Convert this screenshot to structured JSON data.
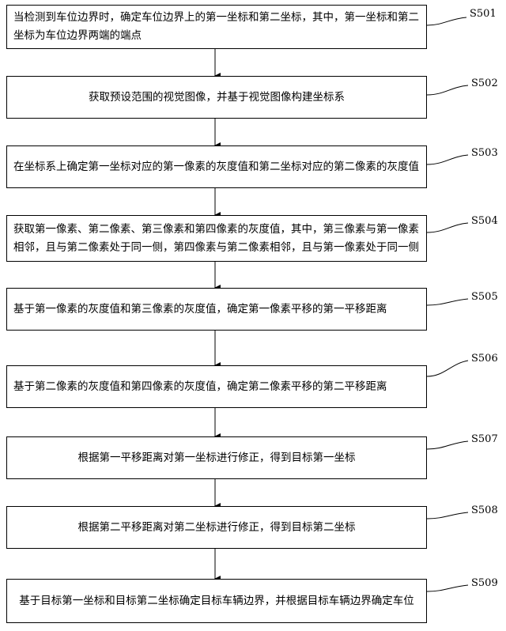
{
  "steps": [
    {
      "id": "S501",
      "text": "当检测到车位边界时，确定车位边界上的第一坐标和第二坐标，其中，第一坐标和第二坐标为车位边界两端的端点"
    },
    {
      "id": "S502",
      "text": "获取预设范围的视觉图像，并基于视觉图像构建坐标系"
    },
    {
      "id": "S503",
      "text": "在坐标系上确定第一坐标对应的第一像素的灰度值和第二坐标对应的第二像素的灰度值"
    },
    {
      "id": "S504",
      "text": "获取第一像素、第二像素、第三像素和第四像素的灰度值，其中，第三像素与第一像素相邻，且与第二像素处于同一侧，第四像素与第二像素相邻，且与第一像素处于同一侧"
    },
    {
      "id": "S505",
      "text": "基于第一像素的灰度值和第三像素的灰度值，确定第一像素平移的第一平移距离"
    },
    {
      "id": "S506",
      "text": "基于第二像素的灰度值和第四像素的灰度值，确定第二像素平移的第二平移距离"
    },
    {
      "id": "S507",
      "text": "根据第一平移距离对第一坐标进行修正，得到目标第一坐标"
    },
    {
      "id": "S508",
      "text": "根据第二平移距离对第二坐标进行修正，得到目标第二坐标"
    },
    {
      "id": "S509",
      "text": "基于目标第一坐标和目标第二坐标确定目标车辆边界，并根据目标车辆边界确定车位"
    }
  ]
}
